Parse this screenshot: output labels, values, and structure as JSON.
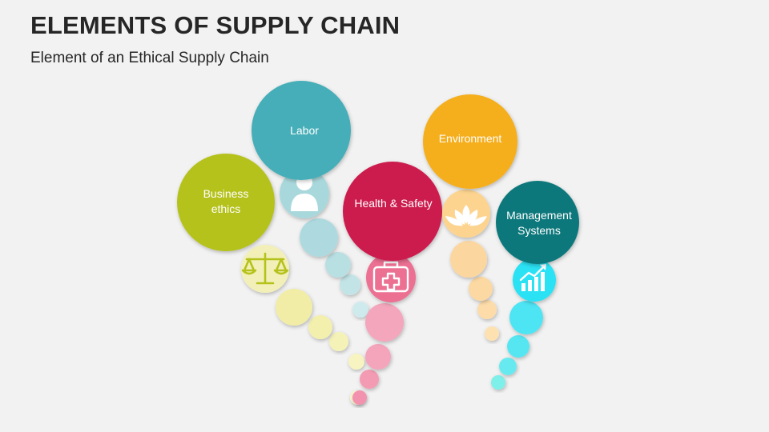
{
  "header": {
    "title": "ELEMENTS OF SUPPLY CHAIN",
    "subtitle": "Element of an Ethical Supply Chain"
  },
  "elements": [
    {
      "id": "business-ethics",
      "lines": [
        "Business",
        "ethics"
      ],
      "color": "#b5c21c",
      "icon": "scales-icon",
      "icon_bg": "#f2f0b8"
    },
    {
      "id": "labor",
      "lines": [
        "Labor"
      ],
      "color": "#45aeb8",
      "icon": "person-icon",
      "icon_bg": "#a9d8dc"
    },
    {
      "id": "health-safety",
      "lines": [
        "Health & Safety"
      ],
      "color": "#cc1a4d",
      "icon": "medical-kit-icon",
      "icon_bg": "#ec6f92"
    },
    {
      "id": "environment",
      "lines": [
        "Environment"
      ],
      "color": "#f5ae1e",
      "icon": "lotus-icon",
      "icon_bg": "#fcd48f"
    },
    {
      "id": "management-systems",
      "lines": [
        "Management",
        "Systems"
      ],
      "color": "#10787c",
      "icon": "growth-chart-icon",
      "icon_bg": "#2ae2f4"
    }
  ]
}
